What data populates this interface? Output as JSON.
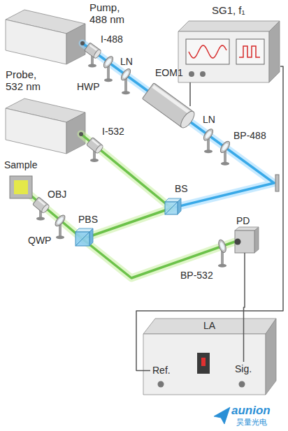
{
  "diagram": {
    "nodes": [
      {
        "text": [
          "Pump, 488 nm"
        ]
      },
      {
        "text": [
          "SG1, f₁"
        ]
      },
      {
        "text": [
          "EOM1"
        ]
      },
      {
        "text": [
          "Probe, 532 nm"
        ]
      },
      {
        "text": [
          "Sample"
        ]
      },
      {
        "text": [
          "PD"
        ]
      },
      {
        "text": [
          "LA"
        ]
      },
      {
        "text": [
          "Ref."
        ],
        "in": 6
      },
      {
        "text": [
          "Sig."
        ],
        "in": 6
      }
    ],
    "edges": [
      {
        "from": 1,
        "to": 2,
        "arrow": "none"
      },
      {
        "from": 1,
        "to": 7,
        "arrow": "none"
      },
      {
        "from": 5,
        "to": 8,
        "arrow": "none"
      }
    ],
    "labels": [
      "I-488",
      "HWP",
      "LN",
      "LN",
      "BP-488",
      "I-532",
      "BS",
      "OBJ",
      "PBS",
      "QWP",
      "BP-532",
      "aunion",
      "昊量光电"
    ]
  }
}
